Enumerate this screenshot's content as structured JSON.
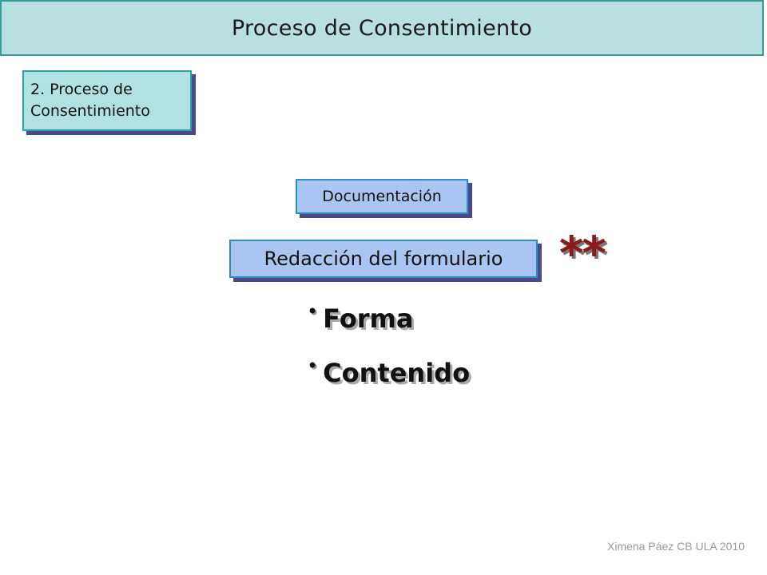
{
  "header": {
    "title": "Proceso de Consentimiento"
  },
  "stage_box": {
    "label": "2. Proceso de\nConsentimiento"
  },
  "doc_box": {
    "label": "Documentación"
  },
  "form_box": {
    "label": "Redacción del formulario"
  },
  "marker": {
    "text": "**"
  },
  "bullets": [
    {
      "label": "Forma"
    },
    {
      "label": "Contenido"
    }
  ],
  "footer": {
    "credit": "Ximena Páez CB ULA 2010"
  },
  "colors": {
    "title_bg": "#b8e0e0",
    "title_border": "#3a9a9a",
    "stage_bg": "#b0e2e2",
    "box_bg": "#a9c6f2",
    "box_border": "#2e8cc4",
    "shadow": "#4a4a8a",
    "marker": "#8b1a1a"
  }
}
